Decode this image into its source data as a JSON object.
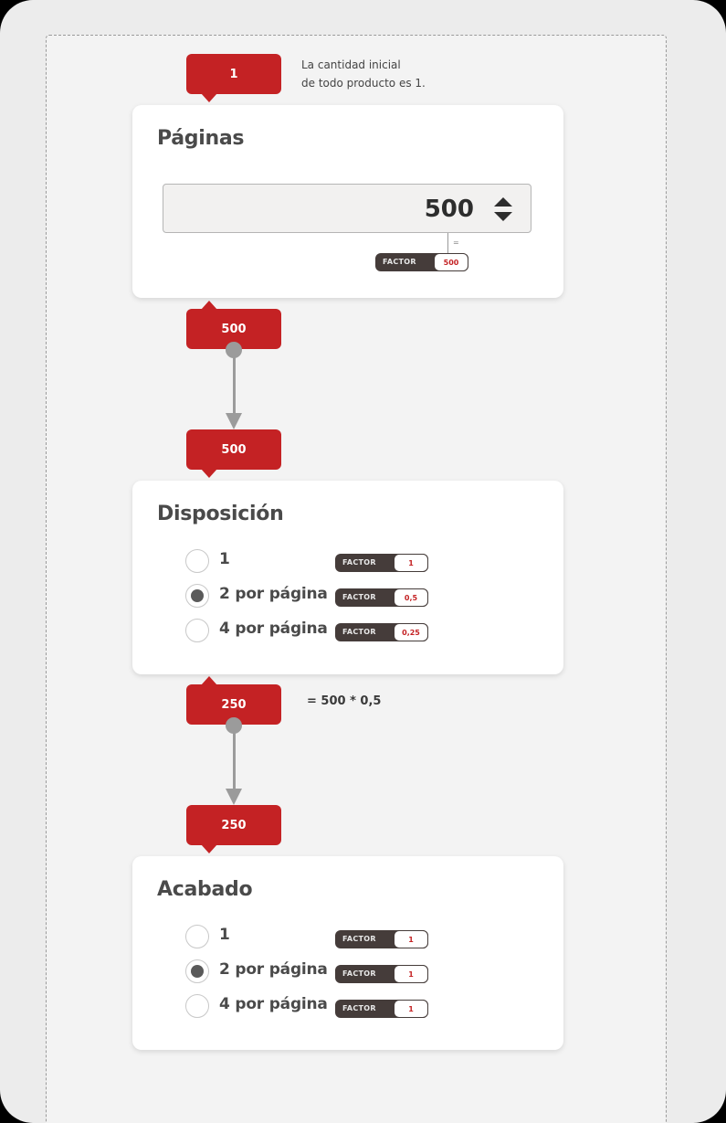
{
  "colors": {
    "accent": "#c42224",
    "factor_dark": "#453c3a",
    "connector": "#9b9b9b",
    "text": "#4a4a4a"
  },
  "intro": {
    "badge": "1",
    "note_line1": "La cantidad inicial",
    "note_line2": "de todo producto es 1."
  },
  "paginas": {
    "title": "Páginas",
    "input_value": "500",
    "stepper_icon": "up-down-arrows-icon",
    "equals": "=",
    "factor": {
      "label": "FACTOR",
      "value": "500"
    },
    "out_badge": "500"
  },
  "disposicion": {
    "in_badge": "500",
    "title": "Disposición",
    "options": [
      {
        "label": "1",
        "selected": false,
        "factor_label": "FACTOR",
        "factor": "1"
      },
      {
        "label": "2 por página",
        "selected": true,
        "factor_label": "FACTOR",
        "factor": "0,5"
      },
      {
        "label": "4 por página",
        "selected": false,
        "factor_label": "FACTOR",
        "factor": "0,25"
      }
    ],
    "out_badge": "250",
    "formula": "= 500 * 0,5"
  },
  "acabado": {
    "in_badge": "250",
    "title": "Acabado",
    "options": [
      {
        "label": "1",
        "selected": false,
        "factor_label": "FACTOR",
        "factor": "1"
      },
      {
        "label": "2 por página",
        "selected": true,
        "factor_label": "FACTOR",
        "factor": "1"
      },
      {
        "label": "4 por página",
        "selected": false,
        "factor_label": "FACTOR",
        "factor": "1"
      }
    ]
  }
}
